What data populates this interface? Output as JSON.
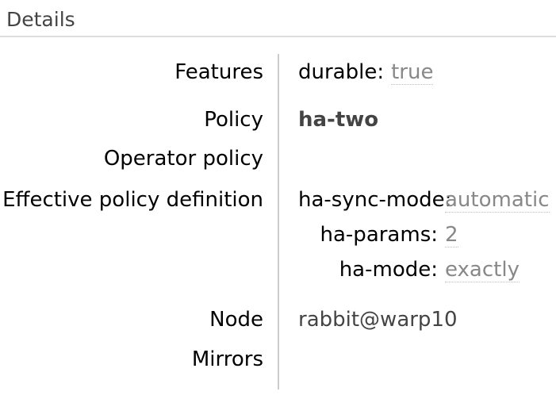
{
  "section": {
    "title": "Details"
  },
  "colors": {
    "heading": "#444444",
    "heading_rule": "#dddddd",
    "column_divider": "#cccccc",
    "label": "#000000",
    "muted_value": "#888888",
    "dotted_underline": "#bbbbbb",
    "link": "#444444"
  },
  "details": {
    "features": {
      "label": "Features",
      "pairs": [
        {
          "key": "durable:",
          "value": "true"
        }
      ]
    },
    "policy": {
      "label": "Policy",
      "value": "ha-two"
    },
    "operator_policy": {
      "label": "Operator policy",
      "value": ""
    },
    "effective_policy_definition": {
      "label": "Effective policy definition",
      "pairs": [
        {
          "key": "ha-sync-mode:",
          "value": "automatic"
        },
        {
          "key": "ha-params:",
          "value": "2"
        },
        {
          "key": "ha-mode:",
          "value": "exactly"
        }
      ]
    },
    "node": {
      "label": "Node",
      "value": "rabbit@warp10"
    },
    "mirrors": {
      "label": "Mirrors",
      "value": ""
    }
  }
}
